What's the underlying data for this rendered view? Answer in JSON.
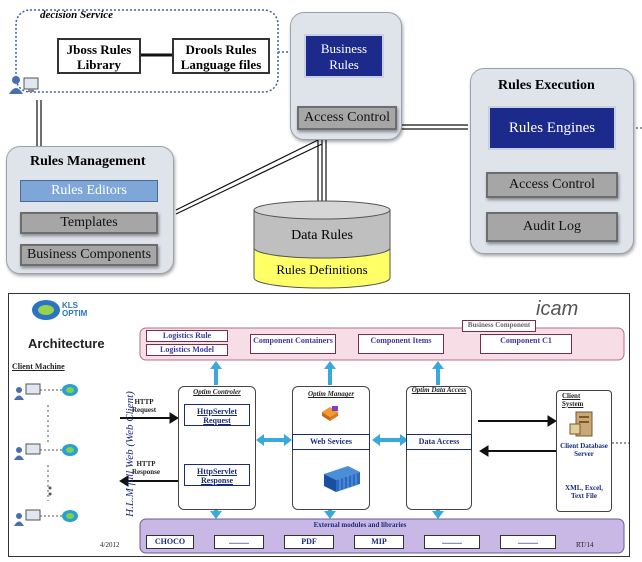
{
  "top": {
    "decision_service": {
      "title": "decision Service",
      "jboss": "Jboss Rules Library",
      "drools": "Drools Rules Language files"
    },
    "business_rules": {
      "label": "Business Rules",
      "access": "Access Control"
    },
    "rules_management": {
      "title": "Rules Management",
      "editors": "Rules Editors",
      "templates": "Templates",
      "components": "Business Components"
    },
    "data_rules": {
      "label": "Data Rules",
      "definitions": "Rules Definitions"
    },
    "rules_execution": {
      "title": "Rules Execution",
      "engines": "Rules Engines",
      "access": "Access Control",
      "audit": "Audit Log"
    }
  },
  "arch": {
    "logo": "KLS OPTIM",
    "icam": "icam",
    "heading": "Architecture",
    "business_component": "Business Component",
    "logistics_rule": "Logistics Rule",
    "logistics_model": "Logistics Model",
    "component_containers": "Component Containers",
    "component_items": "Component Items",
    "component_c1": "Component C1",
    "client_machine": "Client Machine",
    "http_request": "HTTP Request",
    "http_response": "HTTP Response",
    "vertical": "H.L.M full Web (Web Client)",
    "optim_controler": "Optim Controler",
    "http_servlet_request": "HttpServlet Request",
    "http_servlet_response": "HttpServlet Response",
    "optim_manager": "Optim Manager",
    "web_services": "Web Sevices",
    "optim_data_access": "Optim Data Access",
    "data_access": "Data Access",
    "client_system": "Client System",
    "client_db": "Client Database Server",
    "xml_text": "XML, Excel, Text File",
    "external": "External modules and libraries",
    "ext_items": [
      "CHOCO",
      "..........",
      "PDF",
      "MIP",
      "..........",
      ".........."
    ],
    "year": "4/2012",
    "footer_right": "RT/14"
  },
  "colors": {
    "panel": "#dfe3ea",
    "grey_box": "#a6a6a6",
    "navy_box": "#1c2a8c",
    "light_blue": "#7ea7d8",
    "cylinder_top": "#bfbfbf",
    "cylinder_bottom": "#ffff66",
    "arch_band": "#f6dde6",
    "arrow_blue": "#39a9dc",
    "ext_band": "#c9b8e6"
  },
  "icons": [
    "user-computer-icon",
    "database-server-icon",
    "cube-icon",
    "containers-icon",
    "globe-icon"
  ]
}
